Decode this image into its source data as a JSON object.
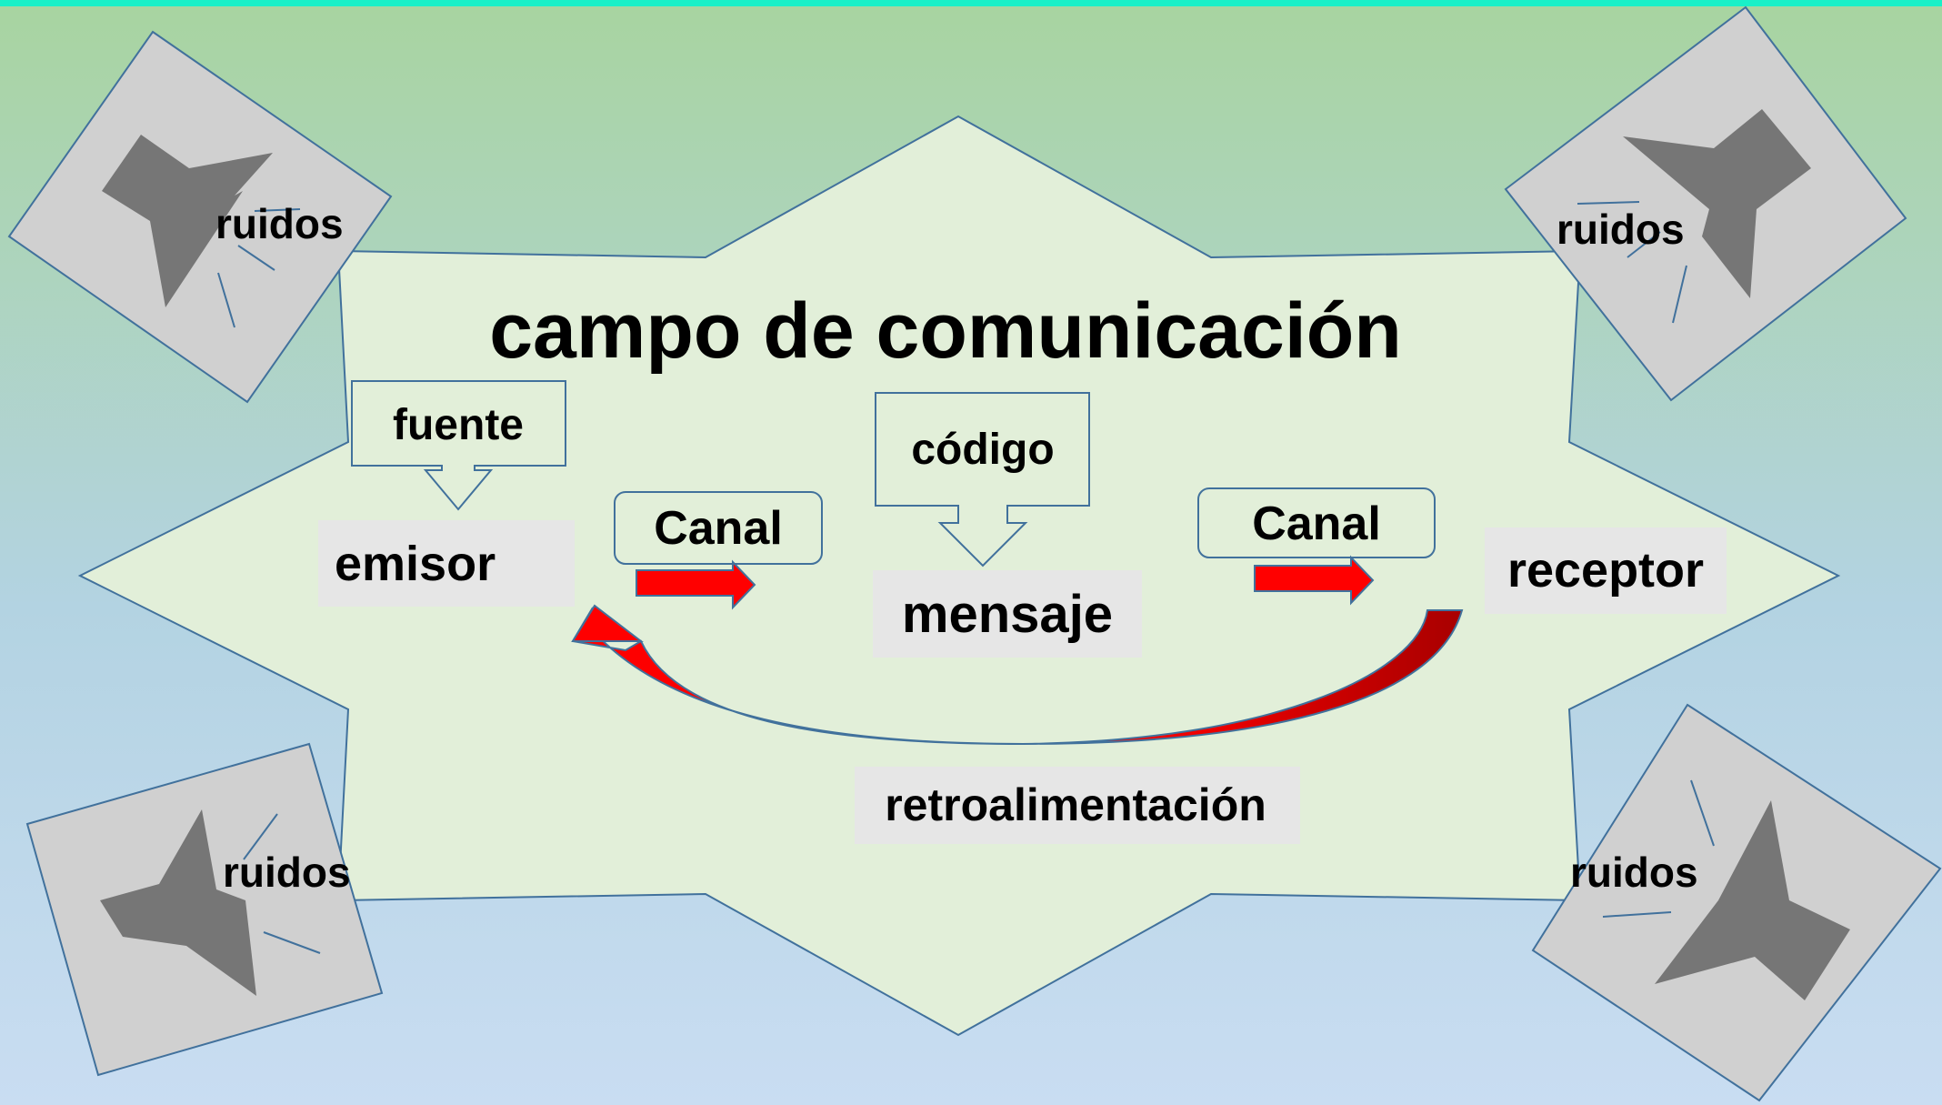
{
  "diagram": {
    "title": "campo de comunicación",
    "nodes": {
      "fuente": "fuente",
      "emisor": "emisor",
      "codigo": "código",
      "mensaje": "mensaje",
      "receptor": "receptor",
      "retroalimentacion": "retroalimentación"
    },
    "channels": [
      "Canal",
      "Canal"
    ],
    "noise": [
      "ruidos",
      "ruidos",
      "ruidos",
      "ruidos"
    ]
  },
  "colors": {
    "top_bar": "#19F0C8",
    "bg_top": "#A8D4A0",
    "bg_bottom": "#C9DDF2",
    "star_fill": "#E2EFD9",
    "star_stroke": "#41719C",
    "label_box": "#E6E6E6",
    "arrow_red": "#FF0000",
    "speaker_box": "#D0D0D0",
    "speaker_icon": "#767676"
  }
}
